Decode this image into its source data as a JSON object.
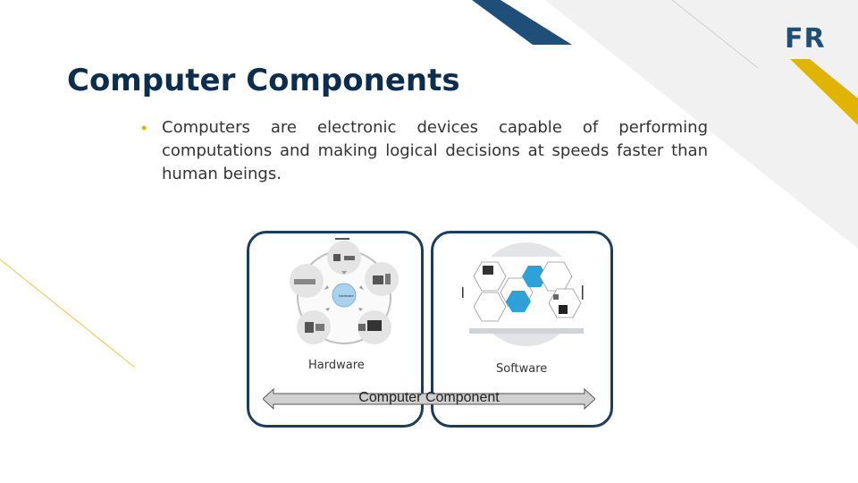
{
  "logo": {
    "text": "FR"
  },
  "slide": {
    "title": "Computer Components",
    "bullet": "Computers are electronic devices capable of performing computations and making logical decisions at speeds faster than human beings."
  },
  "diagram": {
    "hardware_caption": "Hardware",
    "software_caption": "Software",
    "arrow_label": "Computer Component"
  },
  "colors": {
    "navy": "#1f4e79",
    "title": "#0b2e4f",
    "gold": "#e0b400",
    "panel_border": "#1d3d5c"
  }
}
